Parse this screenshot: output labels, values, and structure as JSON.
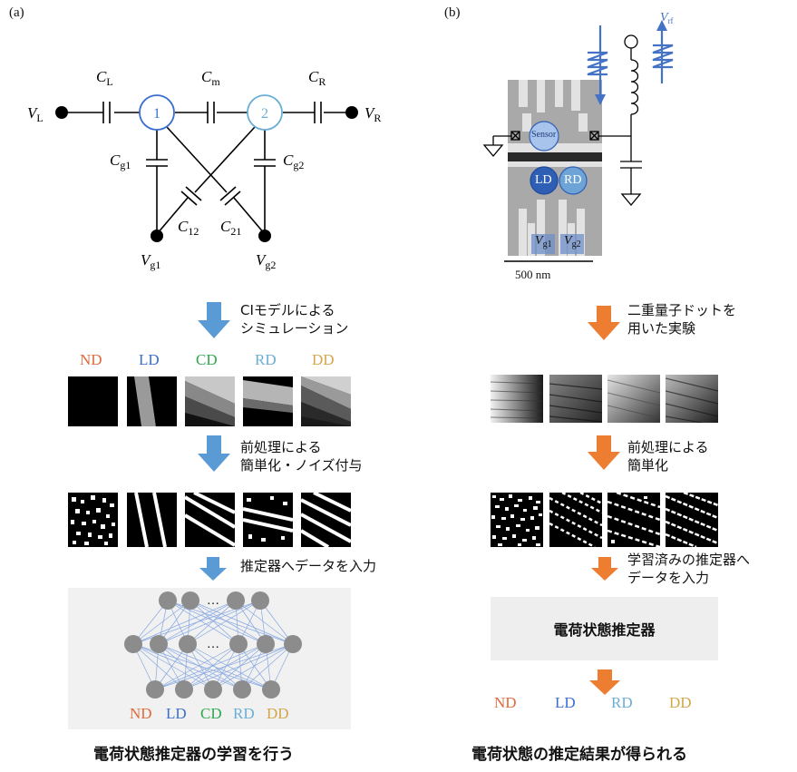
{
  "panel_a": {
    "label": "(a)",
    "circuit": {
      "vl": "V",
      "vl_sub": "L",
      "vr": "V",
      "vr_sub": "R",
      "cl": "C",
      "cl_sub": "L",
      "cm": "C",
      "cm_sub": "m",
      "cr": "C",
      "cr_sub": "R",
      "cg1": "C",
      "cg1_sub": "g1",
      "cg2": "C",
      "cg2_sub": "g2",
      "c12": "C",
      "c12_sub": "12",
      "c21": "C",
      "c21_sub": "21",
      "vg1": "V",
      "vg1_sub": "g1",
      "vg2": "V",
      "vg2_sub": "g2",
      "dot1": "1",
      "dot2": "2"
    },
    "step1": "CIモデルによる\nシミュレーション",
    "classes": [
      "ND",
      "LD",
      "CD",
      "RD",
      "DD"
    ],
    "step2": "前処理による\n簡単化・ノイズ付与",
    "step3": "推定器へデータを入力",
    "nn_ellipsis_top": "…",
    "nn_ellipsis_mid": "…",
    "caption": "電荷状態推定器の学習を行う"
  },
  "panel_b": {
    "label": "(b)",
    "sem": {
      "sensor": "Sensor",
      "ld": "LD",
      "rd": "RD",
      "vg1": "V",
      "vg1_sub": "g1",
      "vg2": "V",
      "vg2_sub": "g2",
      "vrf": "V",
      "vrf_sub": "rf",
      "scale": "500 nm"
    },
    "step1": "二重量子ドットを\n用いた実験",
    "step2": "前処理による\n簡単化",
    "step3": "学習済みの推定器へ\nデータを入力",
    "estimator": "電荷状態推定器",
    "classes": [
      "ND",
      "LD",
      "RD",
      "DD"
    ],
    "caption": "電荷状態の推定結果が得られる"
  },
  "colors": {
    "nd": "#e06a3b",
    "ld": "#3a6fd1",
    "cd": "#2fa84f",
    "rd": "#6aaed6",
    "dd": "#d3a64a",
    "arrow_blue": "#5b9bd5",
    "arrow_orange": "#ed7d31",
    "node_gray": "#8c8c8c",
    "edge_blue": "#7a9fe0"
  }
}
